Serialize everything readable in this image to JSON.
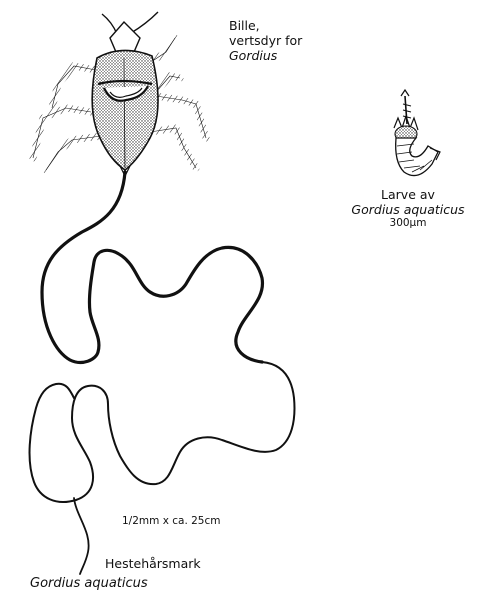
{
  "beetle": {
    "line1": "Bille,",
    "line2": "vertsdyr for",
    "genus": "Gordius",
    "icon": "beetle-icon"
  },
  "larva": {
    "line1": "Larve av",
    "species": "Gordius aquaticus",
    "size": "300µm",
    "icon": "larva-icon"
  },
  "worm": {
    "size": "1/2mm x ca. 25cm",
    "common_name": "Hestehårsmark",
    "species": "Gordius aquaticus",
    "icon": "horsehair-worm-icon"
  },
  "colors": {
    "ink": "#111111",
    "background": "#ffffff"
  }
}
